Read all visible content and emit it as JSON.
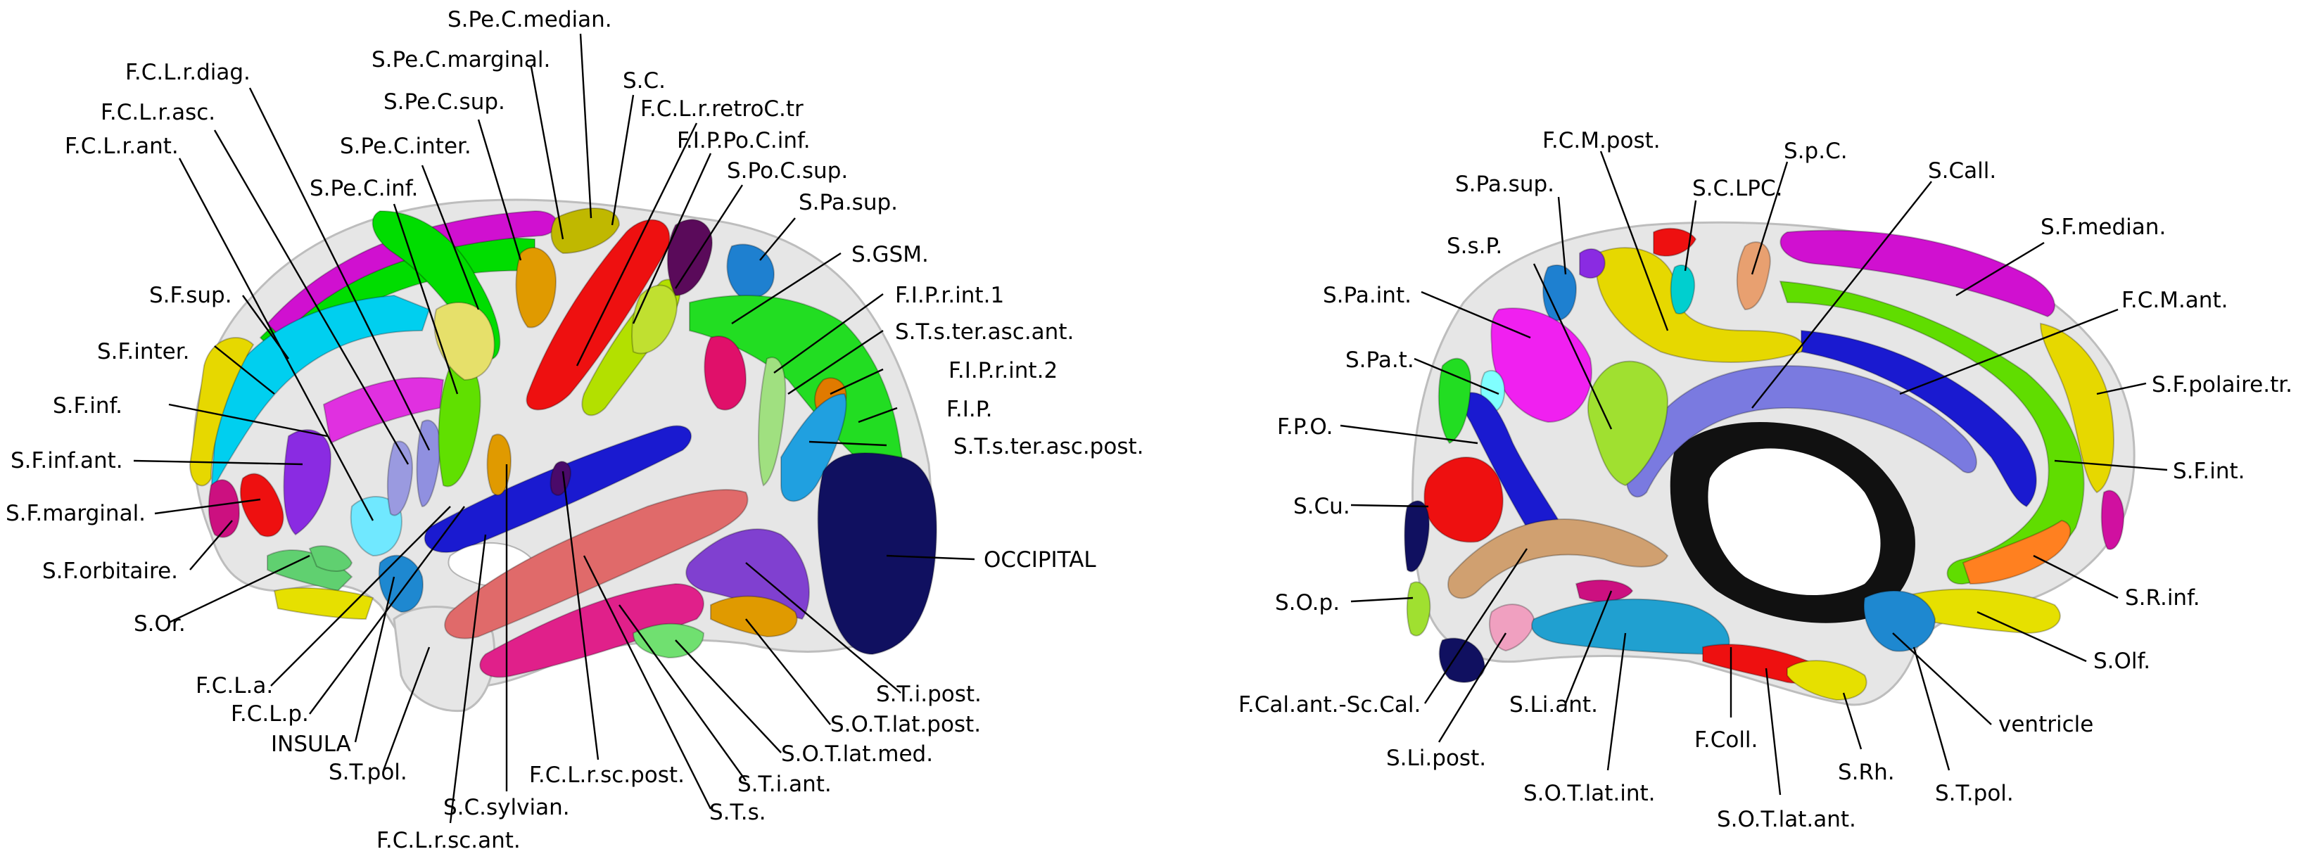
{
  "lateral": {
    "labels": {
      "sPeCMedian": "S.Pe.C.median.",
      "sPeCMarginal": "S.Pe.C.marginal.",
      "sC": "S.C.",
      "fCLrDiag": "F.C.L.r.diag.",
      "fCLrRetroCtr": "F.C.L.r.retroC.tr",
      "sPeCSup": "S.Pe.C.sup.",
      "fCLrAsc": "F.C.L.r.asc.",
      "fIPPoCInf": "F.I.P.Po.C.inf.",
      "fCLrAnt": "F.C.L.r.ant.",
      "sPeCInter": "S.Pe.C.inter.",
      "sPoCSup": "S.Po.C.sup.",
      "sPeCInf": "S.Pe.C.inf.",
      "sPaSup": "S.Pa.sup.",
      "sGSM": "S.GSM.",
      "sFSup": "S.F.sup.",
      "fIPrInt1": "F.I.P.r.int.1",
      "sTsTerAscAnt": "S.T.s.ter.asc.ant.",
      "sFInter": "S.F.inter.",
      "fIPrInt2": "F.I.P.r.int.2",
      "sFInf": "S.F.inf.",
      "fIP": "F.I.P.",
      "sTsTerAscPost": "S.T.s.ter.asc.post.",
      "sFInfAnt": "S.F.inf.ant.",
      "sFMarginal": "S.F.marginal.",
      "occipital": "OCCIPITAL",
      "sFOrbitaire": "S.F.orbitaire.",
      "sOr": "S.Or.",
      "sTiPost": "S.T.i.post.",
      "fCLa": "F.C.L.a.",
      "sOTLatPost": "S.O.T.lat.post.",
      "fCLp": "F.C.L.p.",
      "insula": "INSULA",
      "sOTLatMed": "S.O.T.lat.med.",
      "sTPol": "S.T.pol.",
      "fCLrScPost": "F.C.L.r.sc.post.",
      "sTiAnt": "S.T.i.ant.",
      "sCSylvian": "S.C.sylvian.",
      "sTs": "S.T.s.",
      "fCLrScAnt": "F.C.L.r.sc.ant."
    }
  },
  "medial": {
    "labels": {
      "sPC": "S.p.C.",
      "fCMPost": "F.C.M.post.",
      "sCall": "S.Call.",
      "sPaSup": "S.Pa.sup.",
      "sCLPC": "S.C.LPC.",
      "sFMedian": "S.F.median.",
      "sSP": "S.s.P.",
      "sPaInt": "S.Pa.int.",
      "fCMAnt": "F.C.M.ant.",
      "sPaT": "S.Pa.t.",
      "sFPolaireTr": "S.F.polaire.tr.",
      "fPO": "F.P.O.",
      "sFInt": "S.F.int.",
      "sCu": "S.Cu.",
      "sOP": "S.O.p.",
      "sRInf": "S.R.inf.",
      "sOlf": "S.Olf.",
      "ventricle": "ventricle",
      "fCalAntScCal": "F.Cal.ant.-Sc.Cal.",
      "sLiAnt": "S.Li.ant.",
      "fColl": "F.Coll.",
      "sRh": "S.Rh.",
      "sLiPost": "S.Li.post.",
      "sTPol": "S.T.pol.",
      "sOTLatInt": "S.O.T.lat.int.",
      "sOTLatAnt": "S.O.T.lat.ant."
    }
  },
  "colors": {
    "cortex": "#e6e6e6",
    "ventricle": "#111111"
  }
}
